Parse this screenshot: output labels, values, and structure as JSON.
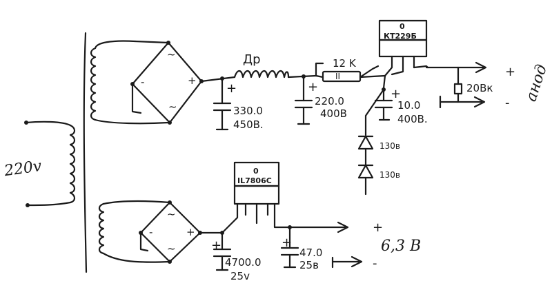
{
  "mains": {
    "voltage": "220v"
  },
  "inductor": {
    "label": "Др"
  },
  "resistor": {
    "label": "12 K",
    "body_mark": "II"
  },
  "regulator_top": {
    "mark": "0",
    "label": "КТ229Б"
  },
  "regulator_bottom": {
    "mark": "0",
    "label": "IL7806C"
  },
  "cap1": {
    "value": "330.0",
    "voltage": "450В."
  },
  "cap2": {
    "value": "220.0",
    "voltage": "400В"
  },
  "cap3": {
    "value": "10.0",
    "voltage": "400В."
  },
  "cap4": {
    "value": "4700.0",
    "voltage": "25v"
  },
  "cap5": {
    "value": "47.0",
    "voltage": "25в"
  },
  "zener1": {
    "label": "130в"
  },
  "zener2": {
    "label": "130в"
  },
  "load_resistor": {
    "label": "20Вк"
  },
  "bridge_top": {
    "plus": "+",
    "minus": "-",
    "ac1": "~",
    "ac2": "~"
  },
  "bridge_bottom": {
    "plus": "+",
    "minus": "-",
    "ac1": "~",
    "ac2": "~"
  },
  "signs": {
    "plus": "+",
    "minus": "-"
  },
  "output_top": {
    "name": "анод",
    "plus": "+",
    "minus": "-"
  },
  "output_bottom": {
    "voltage": "6,3 В",
    "plus": "+",
    "minus": "-"
  }
}
